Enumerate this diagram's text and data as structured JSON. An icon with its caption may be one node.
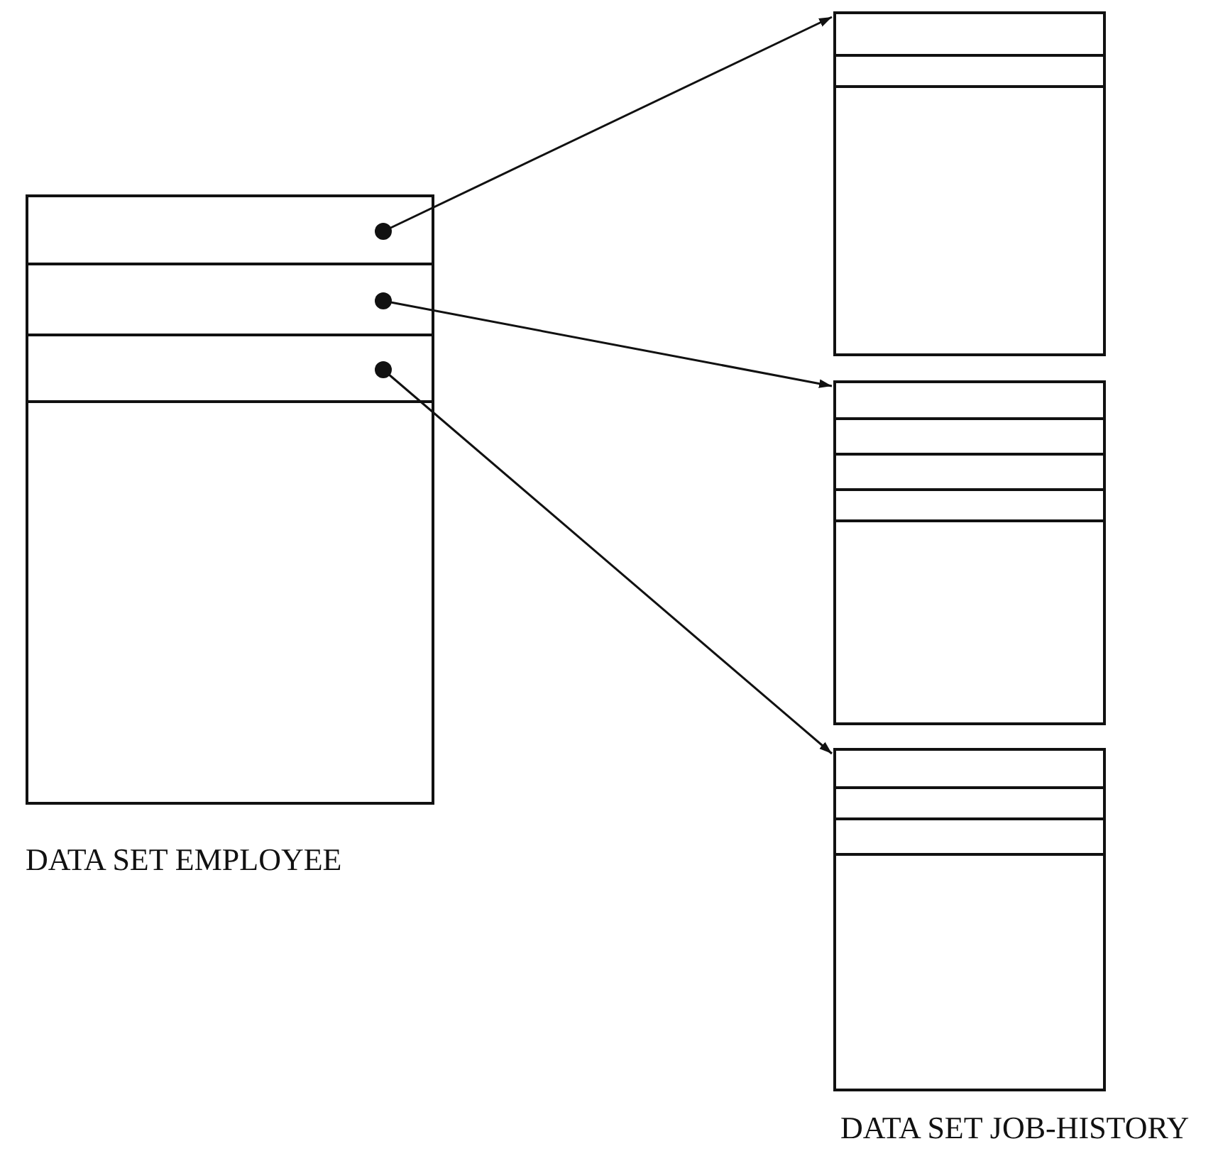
{
  "diagram": {
    "nodes": [
      {
        "text": [
          "DATA SET EMPLOYEE"
        ]
      },
      {
        "text": [],
        "shape": "box",
        "in": 0
      },
      {
        "text": [],
        "shape": "box",
        "in": 0
      },
      {
        "text": [],
        "shape": "box",
        "in": 0
      },
      {
        "text": [],
        "shape": "box"
      },
      {
        "text": [],
        "shape": "box"
      },
      {
        "text": [],
        "shape": "box"
      }
    ],
    "edges": [
      {
        "from": 1,
        "to": 4,
        "arrow": "to"
      },
      {
        "from": 2,
        "to": 5,
        "arrow": "to"
      },
      {
        "from": 3,
        "to": 6,
        "arrow": "to"
      }
    ],
    "labels": [
      "DATA SET JOB-HISTORY"
    ]
  }
}
